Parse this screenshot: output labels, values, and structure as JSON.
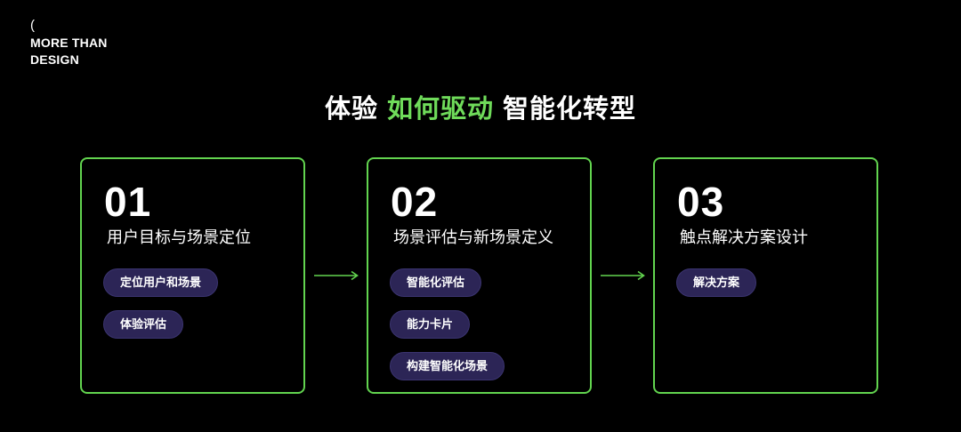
{
  "logo": {
    "paren": "(",
    "line1": "MORE THAN",
    "line2": "DESIGN"
  },
  "title": {
    "part1": "体验",
    "accent": "如何驱动",
    "part2": "智能化转型"
  },
  "colors": {
    "background": "#000000",
    "accent_green": "#62d44f",
    "pill_bg": "#2c2556",
    "text": "#ffffff"
  },
  "steps": [
    {
      "number": "01",
      "heading": "用户目标与场景定位",
      "pills": [
        "定位用户和场景",
        "体验评估"
      ]
    },
    {
      "number": "02",
      "heading": "场景评估与新场景定义",
      "pills": [
        "智能化评估",
        "能力卡片",
        "构建智能化场景"
      ]
    },
    {
      "number": "03",
      "heading": "触点解决方案设计",
      "pills": [
        "解决方案"
      ]
    }
  ],
  "icons": {
    "arrow": "arrow-right-icon"
  }
}
